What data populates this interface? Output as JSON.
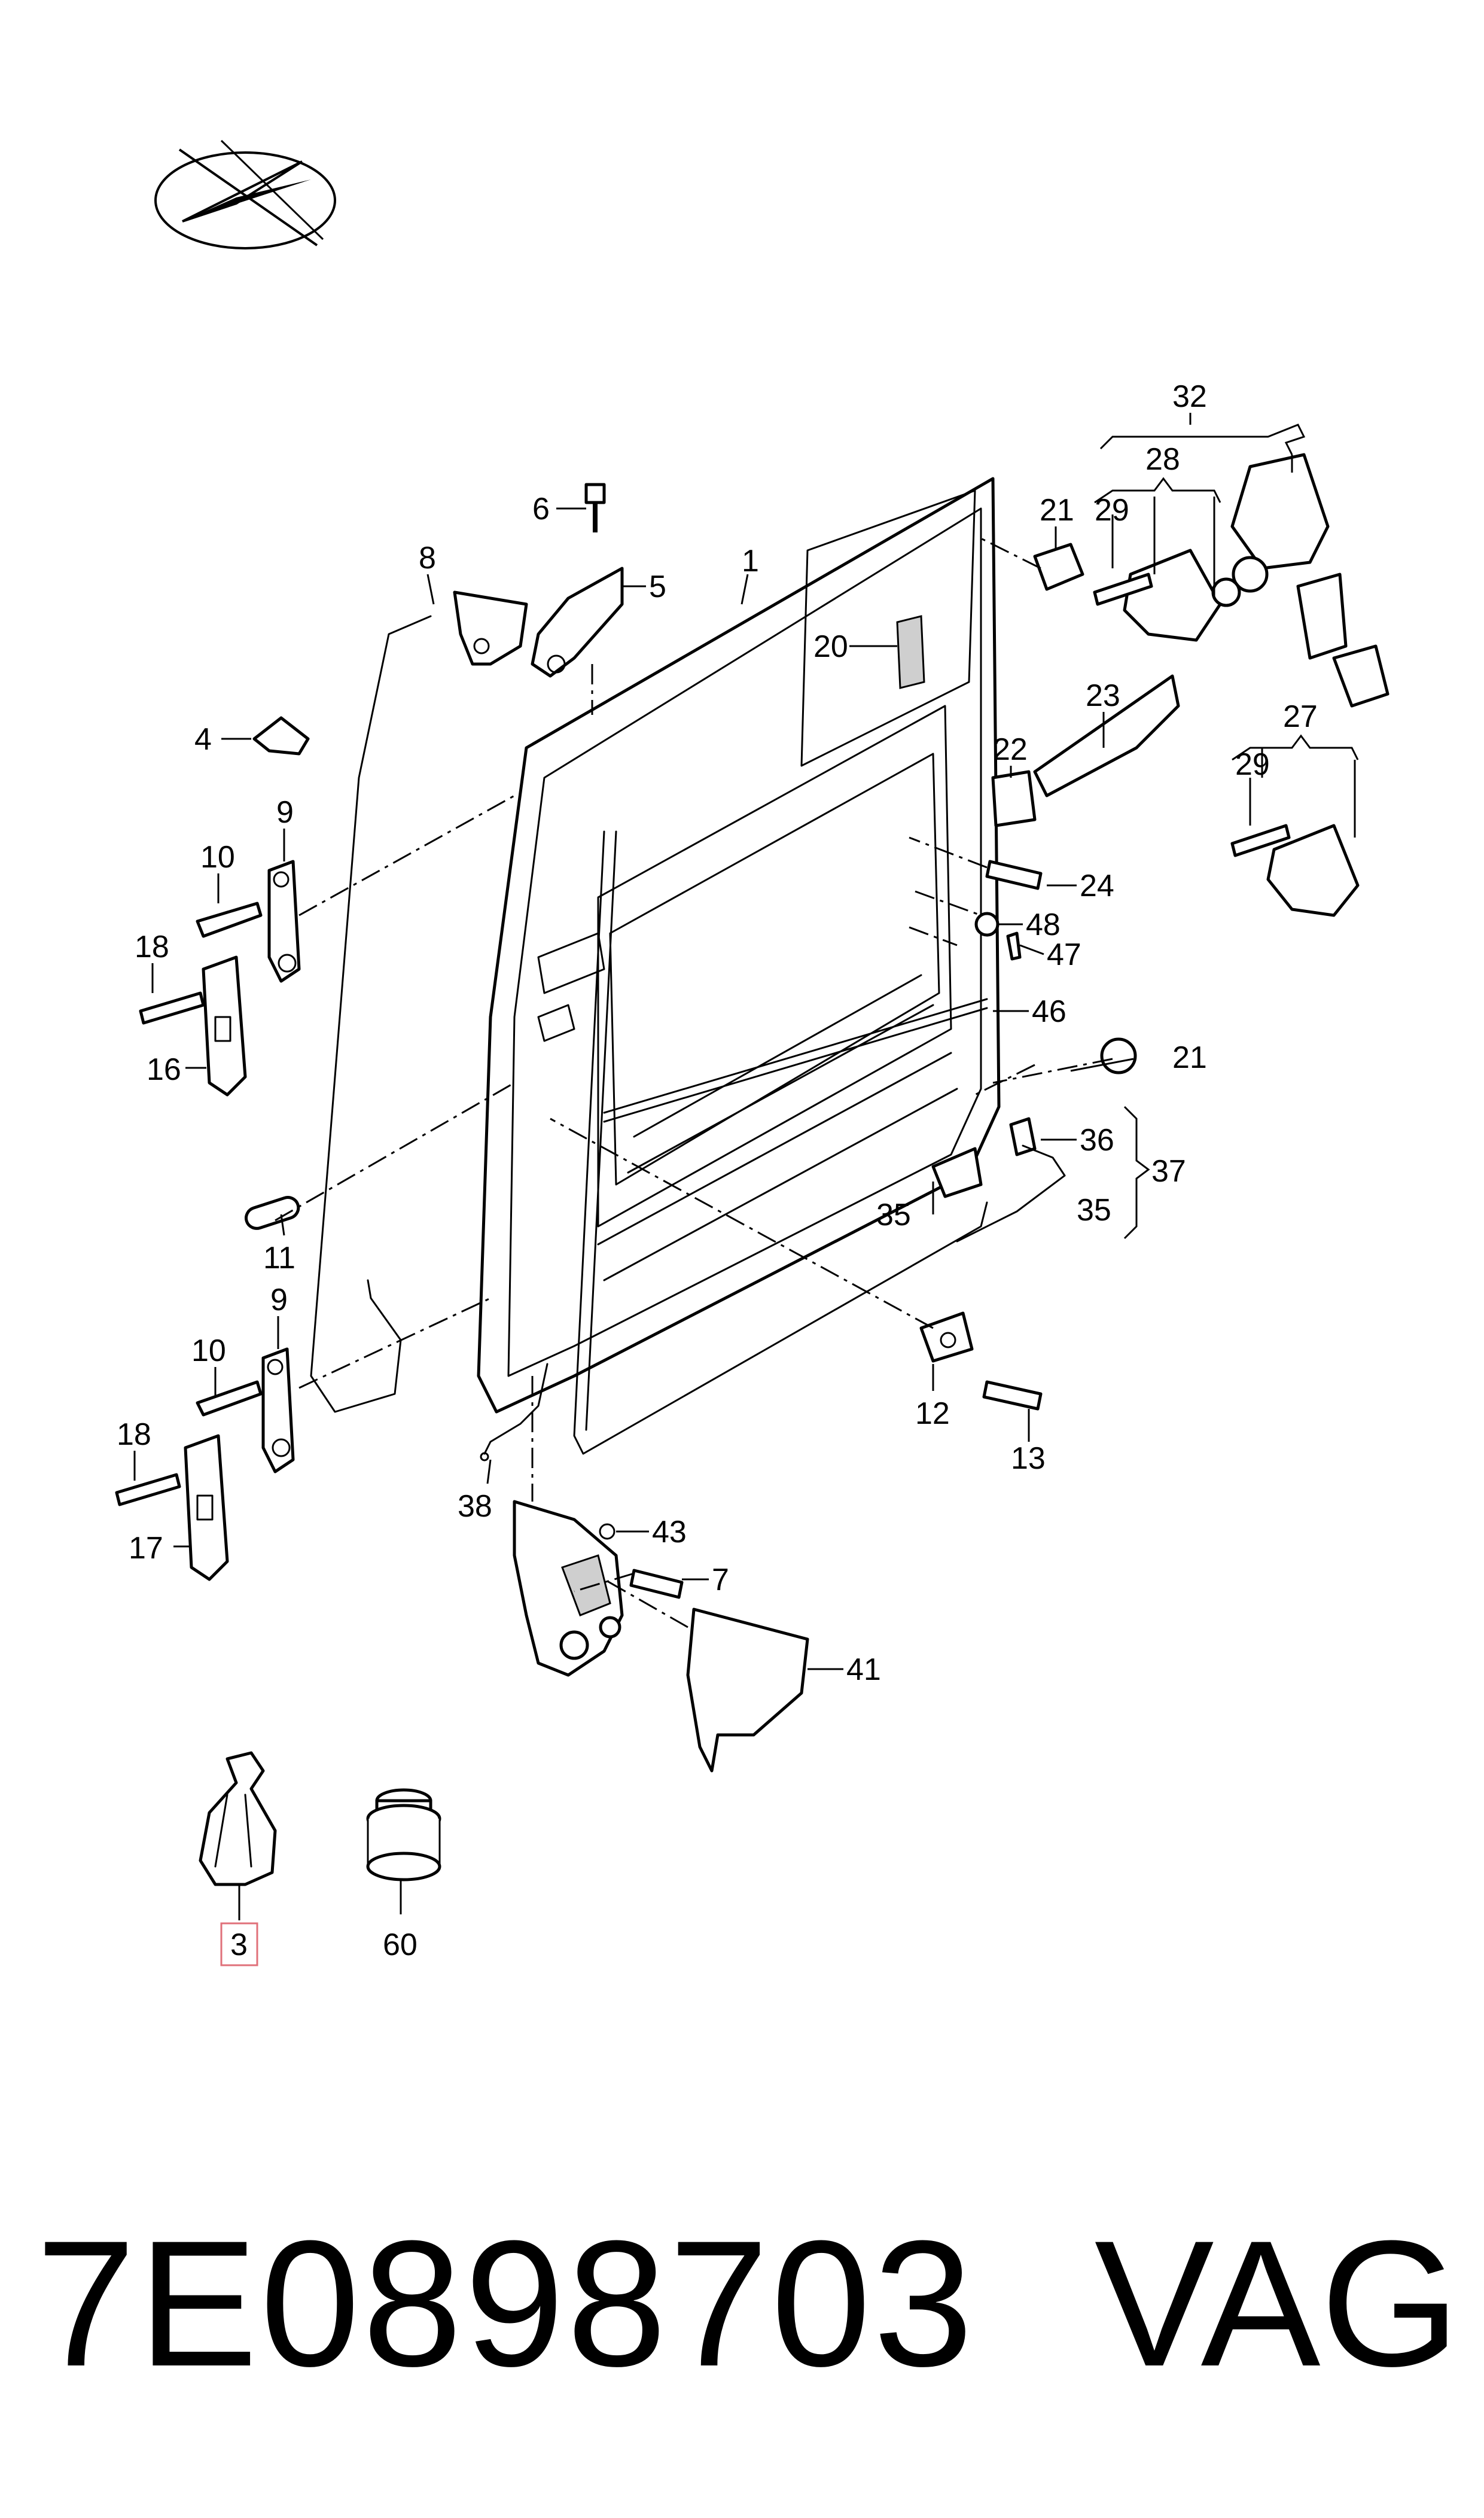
{
  "part_number": "7E0898703",
  "brand": "VAG",
  "highlighted_callout": "3",
  "callouts": {
    "c1": "1",
    "c3": "3",
    "c4": "4",
    "c5": "5",
    "c6": "6",
    "c7": "7",
    "c8": "8",
    "c9a": "9",
    "c9b": "9",
    "c10a": "10",
    "c10b": "10",
    "c11": "11",
    "c12": "12",
    "c13": "13",
    "c16": "16",
    "c17": "17",
    "c18a": "18",
    "c18b": "18",
    "c20": "20",
    "c21a": "21",
    "c21b": "21",
    "c22": "22",
    "c23": "23",
    "c24": "24",
    "c27": "27",
    "c28": "28",
    "c29a": "29",
    "c29b": "29",
    "c32": "32",
    "c35a": "35",
    "c35b": "35",
    "c36": "36",
    "c37": "37",
    "c38": "38",
    "c41": "41",
    "c43": "43",
    "c46": "46",
    "c47": "47",
    "c48": "48",
    "c60": "60"
  },
  "colors": {
    "highlight": "#e0707a",
    "line": "#000000"
  }
}
